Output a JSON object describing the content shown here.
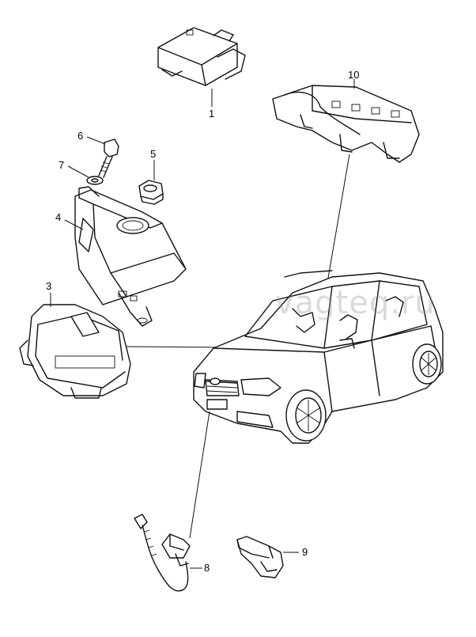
{
  "watermark": "vagteq.ru",
  "callouts": {
    "c1": "1",
    "c2": "3",
    "c3": "4",
    "c4": "5",
    "c5": "6",
    "c6": "7",
    "c7": "8",
    "c8": "9",
    "c9": "10"
  }
}
